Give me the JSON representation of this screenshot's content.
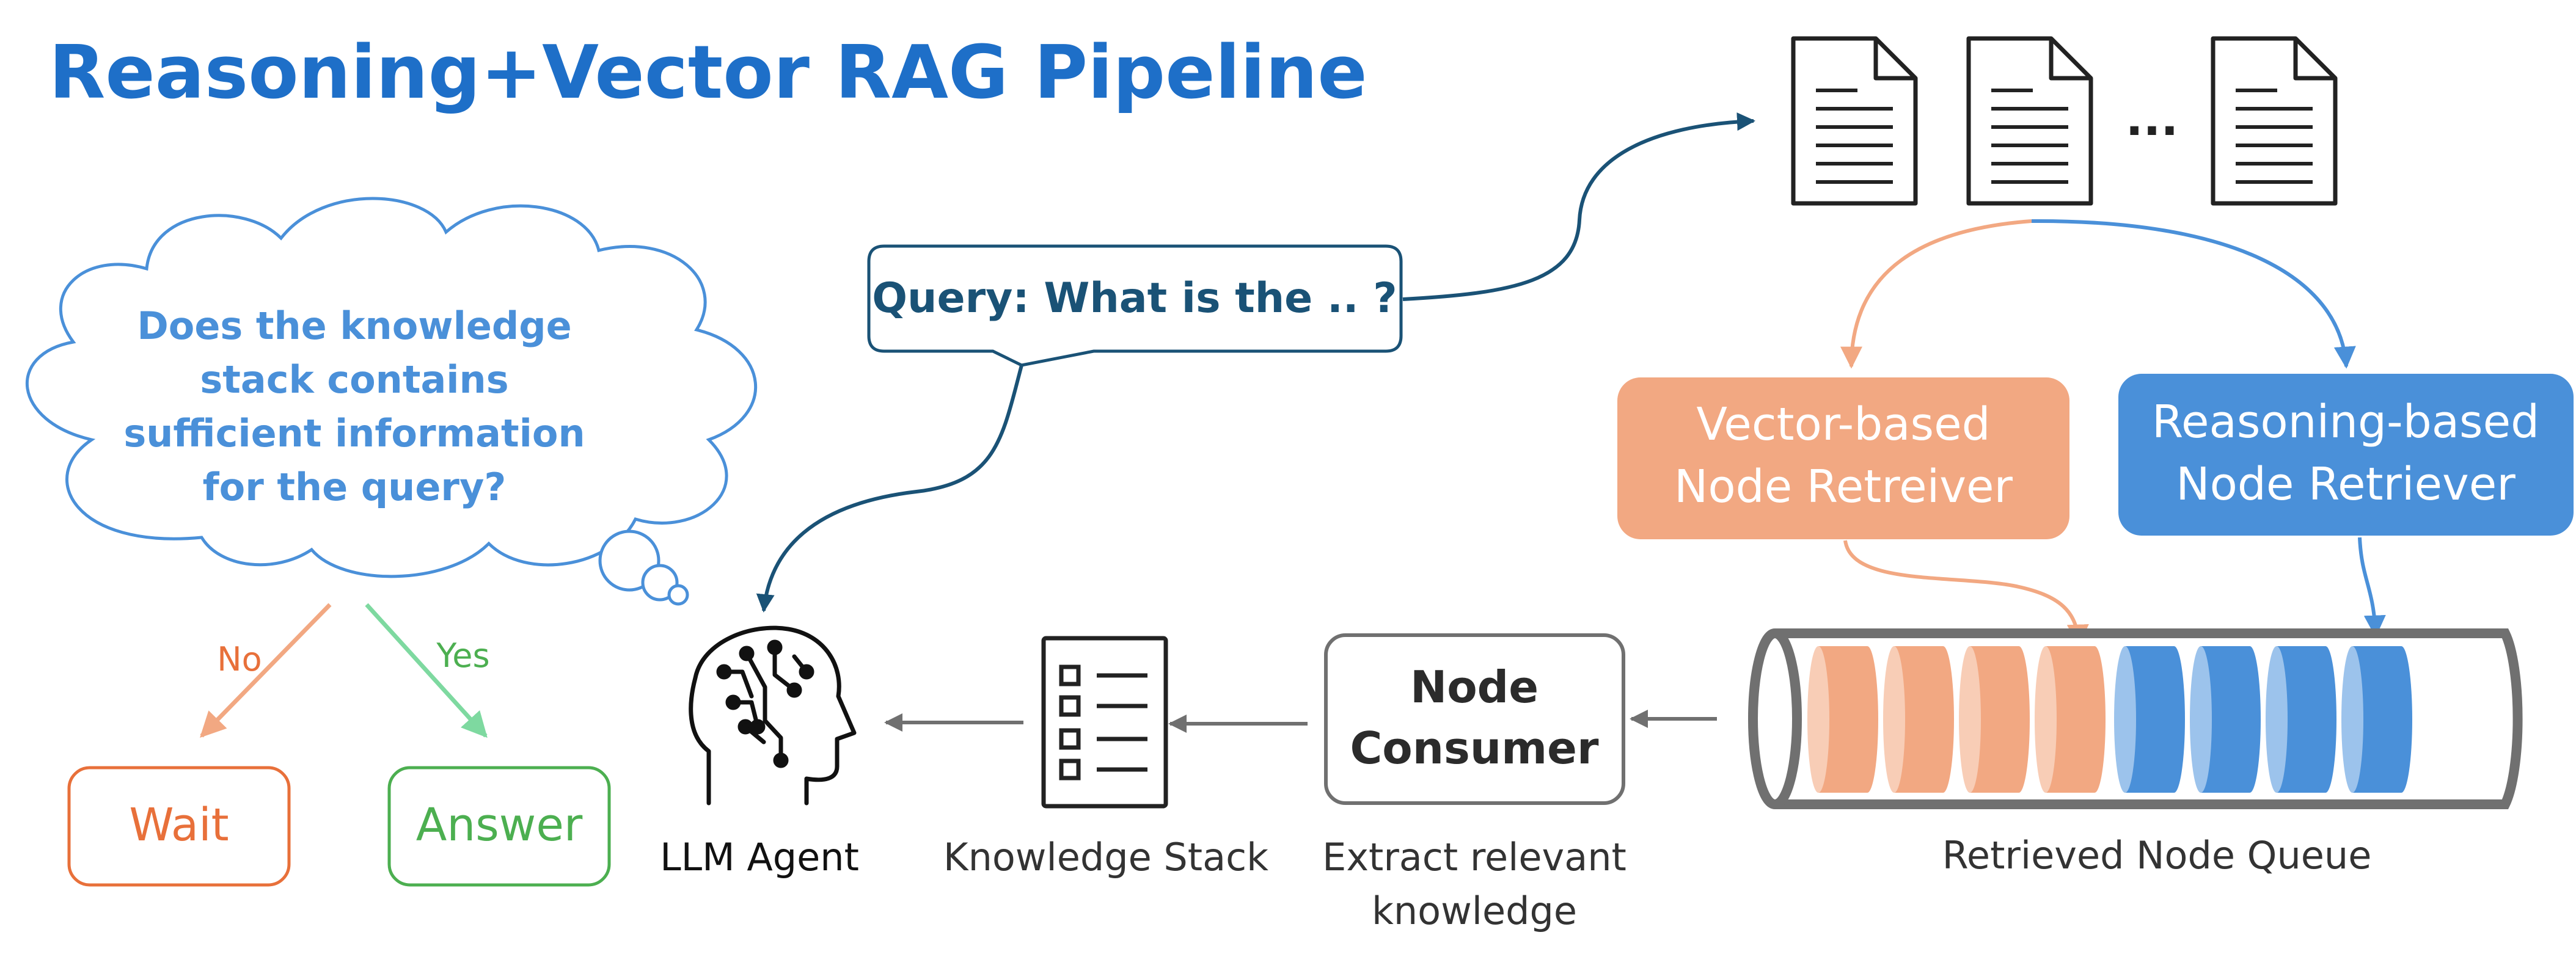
{
  "title": "Reasoning+Vector RAG Pipeline",
  "thought": {
    "lines": [
      "Does the knowledge",
      "stack contains",
      "sufficient information",
      "for the query?"
    ]
  },
  "decision": {
    "no_label": "No",
    "yes_label": "Yes",
    "wait_label": "Wait",
    "answer_label": "Answer"
  },
  "query": {
    "text": "Query: What is the .. ?"
  },
  "documents": {
    "ellipsis": "···"
  },
  "retrievers": {
    "vector": {
      "line1": "Vector-based",
      "line2": "Node Retreiver"
    },
    "reasoning": {
      "line1": "Reasoning-based",
      "line2": "Node Retriever"
    }
  },
  "queue": {
    "label": "Retrieved Node Queue"
  },
  "consumer": {
    "line1": "Node",
    "line2": "Consumer",
    "caption1": "Extract relevant",
    "caption2": "knowledge"
  },
  "stack": {
    "label": "Knowledge Stack"
  },
  "agent": {
    "label": "LLM Agent"
  },
  "colors": {
    "title": "#1E6FC8",
    "thought": "#4A90D9",
    "query": "#1A5276",
    "orange": "#F2A882",
    "orange_text": "#E8703A",
    "green": "#4CAF50",
    "blue": "#4A90D9",
    "gray": "#707070",
    "dark": "#2B2B2B"
  }
}
